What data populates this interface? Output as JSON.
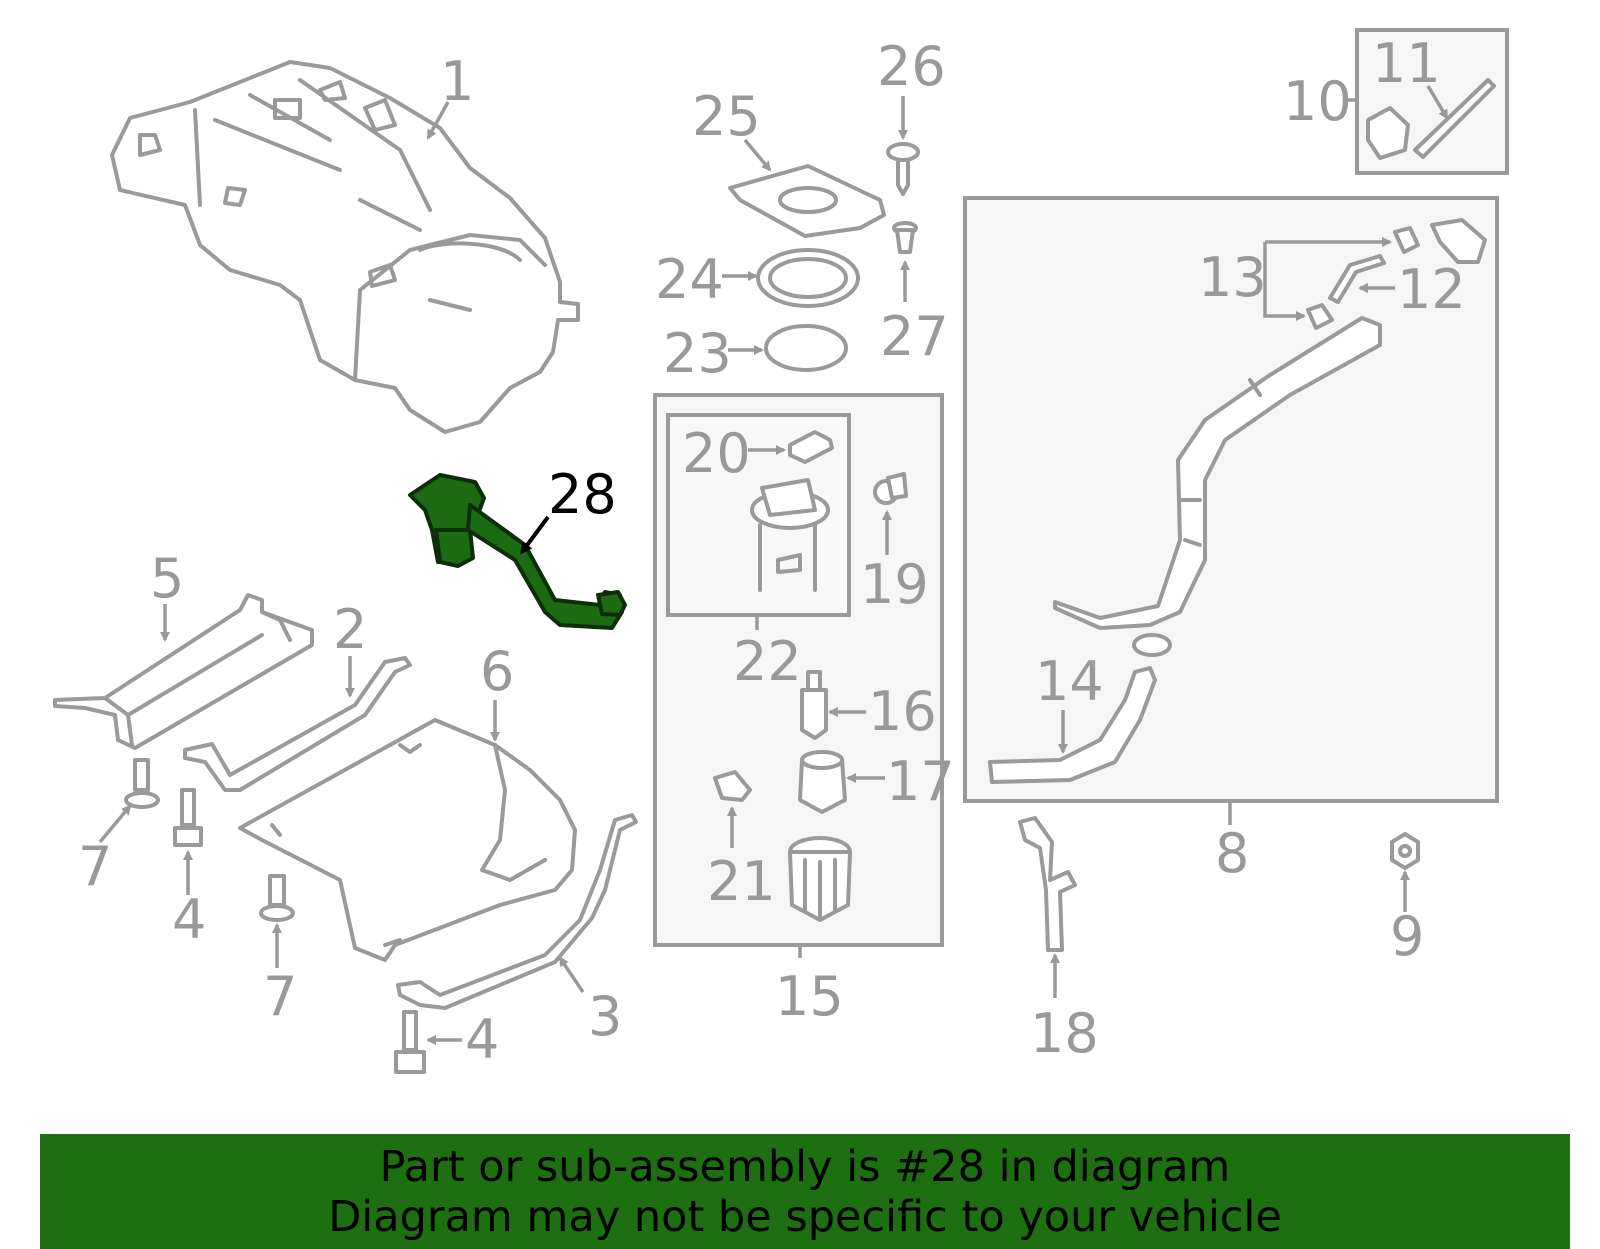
{
  "highlight_part": "28",
  "callouts": {
    "n1": "1",
    "n2": "2",
    "n3": "3",
    "n4a": "4",
    "n4b": "4",
    "n5": "5",
    "n6": "6",
    "n7a": "7",
    "n7b": "7",
    "n8": "8",
    "n9": "9",
    "n10": "10",
    "n11": "11",
    "n12": "12",
    "n13": "13",
    "n14": "14",
    "n15": "15",
    "n16": "16",
    "n17": "17",
    "n18": "18",
    "n19": "19",
    "n20": "20",
    "n21": "21",
    "n22": "22",
    "n23": "23",
    "n24": "24",
    "n25": "25",
    "n26": "26",
    "n27": "27",
    "n28": "28"
  },
  "banner": {
    "line1": "Part or sub-assembly is #28 in diagram",
    "line2": "Diagram may not be specific to your vehicle"
  },
  "colors": {
    "highlight": "#1c6b12",
    "banner": "#1d6f12",
    "line": "#9a9a9a"
  }
}
